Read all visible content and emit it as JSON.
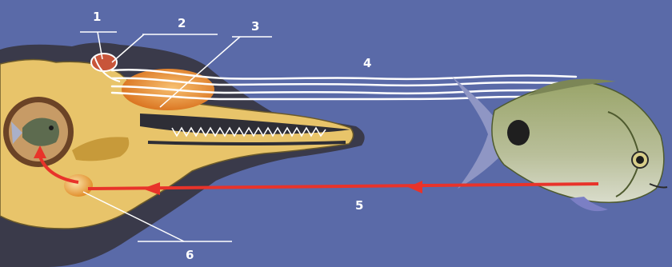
{
  "labels": {
    "l1": "1",
    "l2": "2",
    "l3": "3",
    "l4": "4",
    "l5": "5",
    "l6": "6"
  },
  "colors": {
    "water": "#5a6aa8",
    "dolphin_skin": "#3a3a4a",
    "skull": "#e8c46a",
    "melon": "#e58a2a",
    "signal": "#e8332a",
    "label_text": "#ffffff"
  }
}
